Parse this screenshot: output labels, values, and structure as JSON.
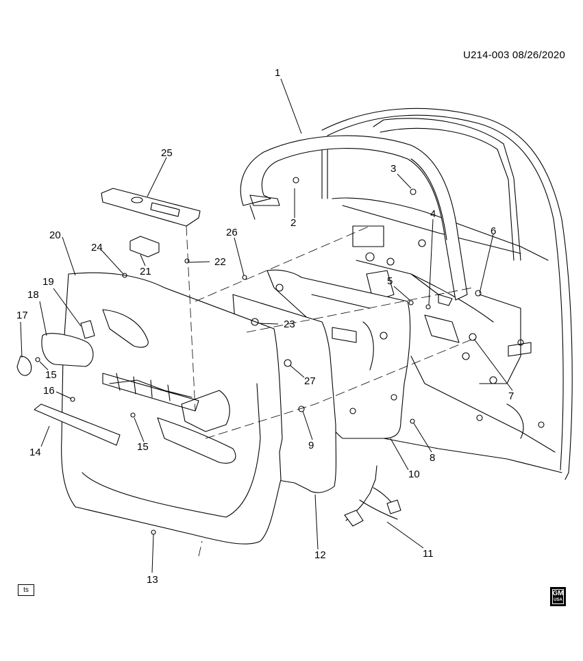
{
  "diagram": {
    "code": "U214-003  08/26/2020",
    "corner_tag": "ts",
    "logo": {
      "line1": "GM",
      "line2": "USA",
      "style": "gm-logo-black"
    },
    "callouts": [
      {
        "id": "c1",
        "label": "1"
      },
      {
        "id": "c2",
        "label": "2"
      },
      {
        "id": "c3",
        "label": "3"
      },
      {
        "id": "c4",
        "label": "4"
      },
      {
        "id": "c5",
        "label": "5"
      },
      {
        "id": "c6",
        "label": "6"
      },
      {
        "id": "c7",
        "label": "7"
      },
      {
        "id": "c8",
        "label": "8"
      },
      {
        "id": "c9",
        "label": "9"
      },
      {
        "id": "c10",
        "label": "10"
      },
      {
        "id": "c11",
        "label": "11"
      },
      {
        "id": "c12",
        "label": "12"
      },
      {
        "id": "c13",
        "label": "13"
      },
      {
        "id": "c14",
        "label": "14"
      },
      {
        "id": "c15a",
        "label": "15"
      },
      {
        "id": "c15b",
        "label": "15"
      },
      {
        "id": "c16",
        "label": "16"
      },
      {
        "id": "c17",
        "label": "17"
      },
      {
        "id": "c18",
        "label": "18"
      },
      {
        "id": "c19",
        "label": "19"
      },
      {
        "id": "c20",
        "label": "20"
      },
      {
        "id": "c21",
        "label": "21"
      },
      {
        "id": "c22",
        "label": "22"
      },
      {
        "id": "c23",
        "label": "23"
      },
      {
        "id": "c24",
        "label": "24"
      },
      {
        "id": "c25",
        "label": "25"
      },
      {
        "id": "c26",
        "label": "26"
      },
      {
        "id": "c27",
        "label": "27"
      }
    ]
  }
}
